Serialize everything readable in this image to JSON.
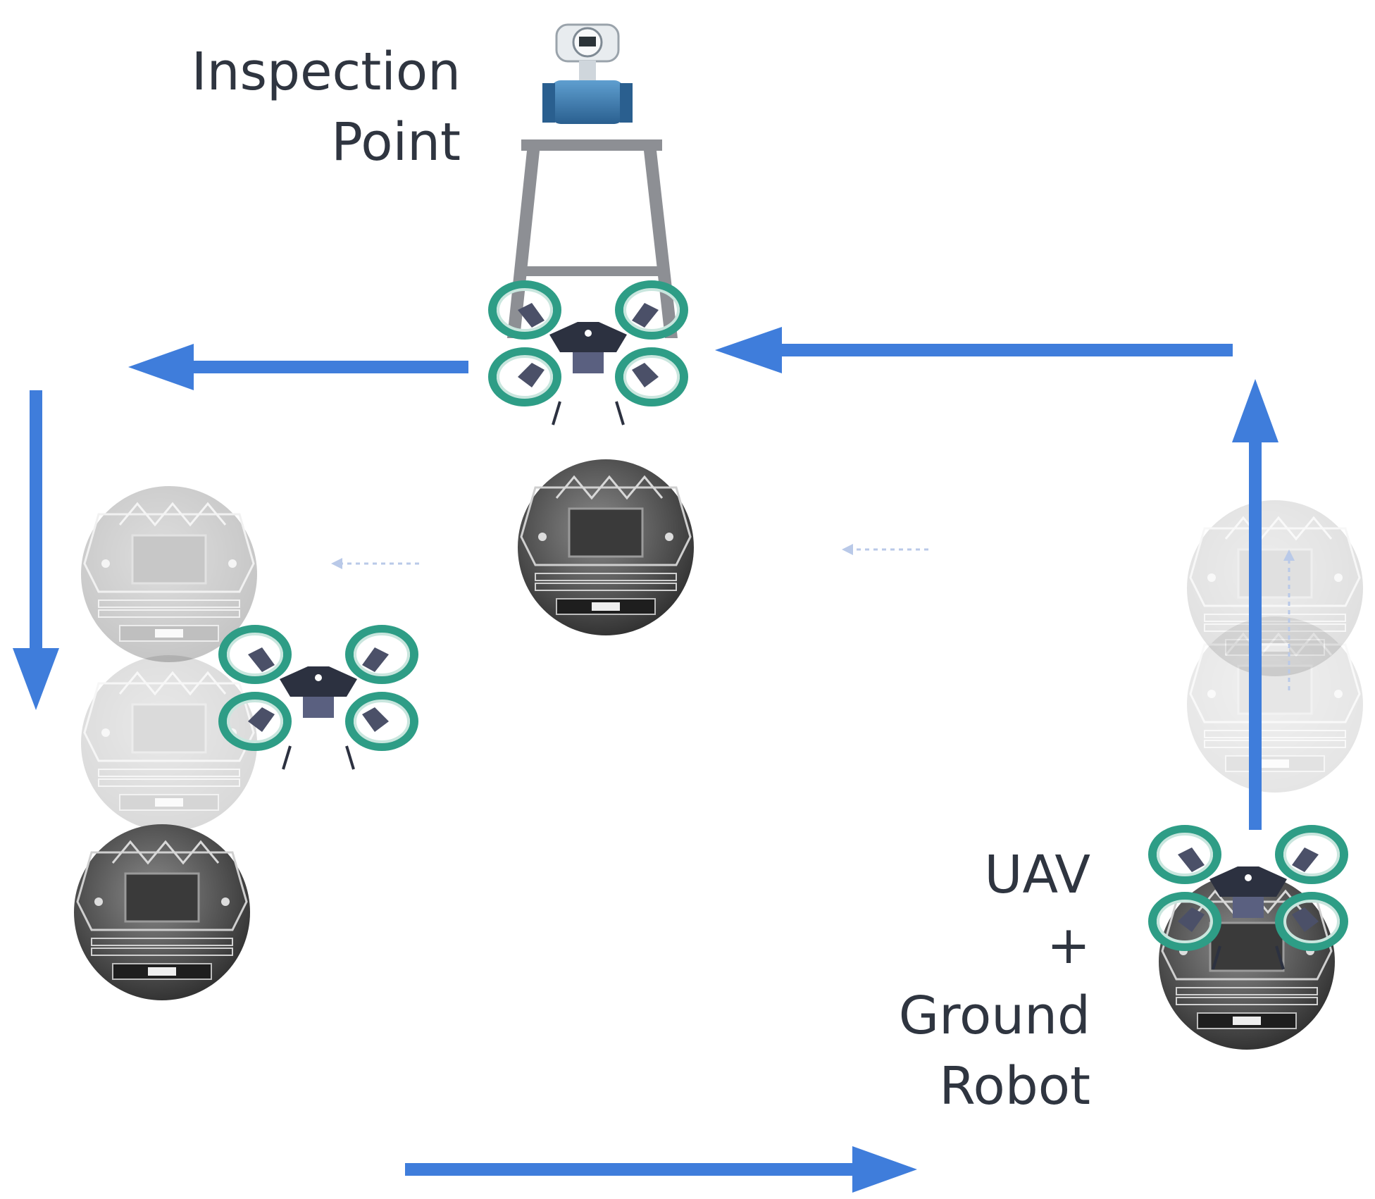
{
  "labels": {
    "inspection_point": [
      "Inspection",
      "Point"
    ],
    "uav_ground_robot": [
      "UAV",
      "+",
      "Ground",
      "Robot"
    ]
  },
  "colors": {
    "arrow": "#3f7ddb",
    "faint_arrow": "#b9c9e8",
    "text": "#2f3540",
    "rotor_ring": "#2e9d86",
    "drone_body": "#3b4252",
    "robot_body": "#555555"
  },
  "icons": [
    "flowmeter-icon",
    "drone-icon",
    "ground-robot-icon",
    "arrow-icon"
  ]
}
